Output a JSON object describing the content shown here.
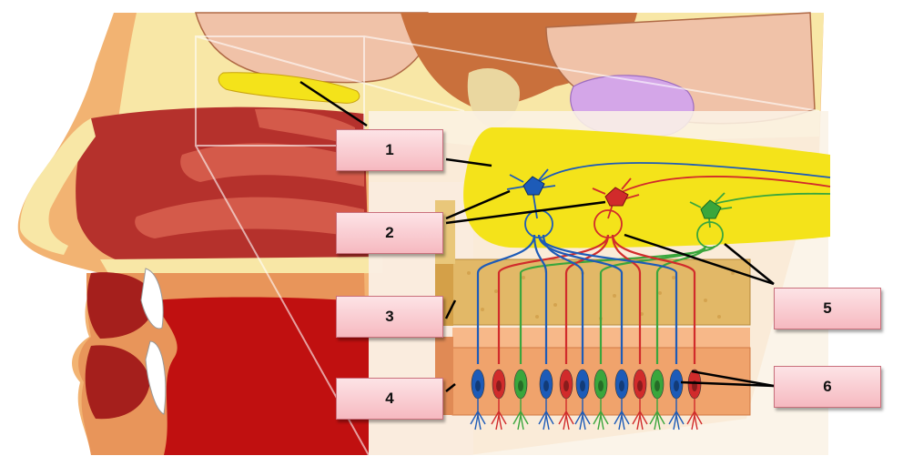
{
  "labels": [
    {
      "id": "1",
      "text": "1"
    },
    {
      "id": "2",
      "text": "2"
    },
    {
      "id": "3",
      "text": "3"
    },
    {
      "id": "4",
      "text": "4"
    },
    {
      "id": "5",
      "text": "5"
    },
    {
      "id": "6",
      "text": "6"
    }
  ],
  "colors": {
    "skin": "#f2b372",
    "skin_dark": "#e8955a",
    "bone_yellow": "#f8e7a6",
    "nasal_red": "#b5312c",
    "nasal_dark": "#8a1a18",
    "brain_pink": "#f0c2a8",
    "brain_brown": "#c9703c",
    "cerebellum": "#d4a6e8",
    "bulb_yellow": "#f4e31a",
    "bone_layer": "#e2b867",
    "epithelium": "#f0a36c",
    "neuron_blue": "#1d5bb8",
    "neuron_red": "#d12b2b",
    "neuron_green": "#3aa63c",
    "label_fill": "#f6b9c0",
    "label_border": "#c9707c"
  }
}
